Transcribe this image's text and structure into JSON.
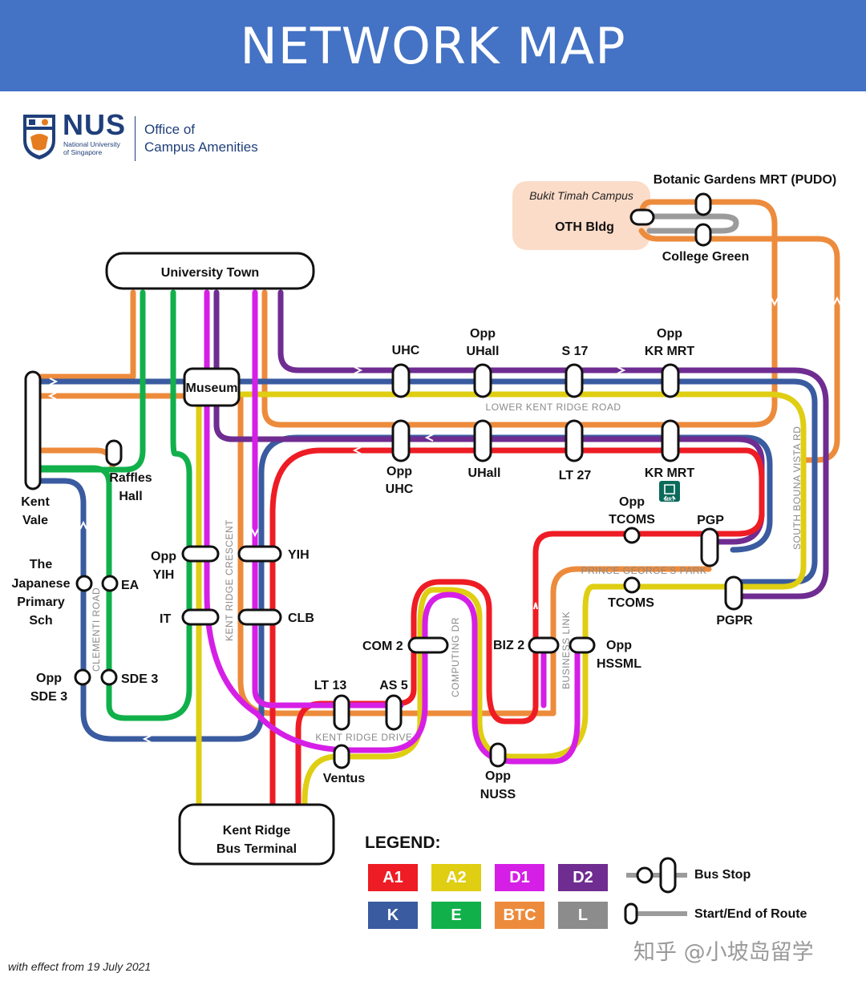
{
  "header": {
    "title": "NETWORK MAP"
  },
  "logo": {
    "wordmark": "NUS",
    "subtitle_line1": "National University",
    "subtitle_line2": "of Singapore",
    "office_line1": "Office of",
    "office_line2": "Campus Amenities"
  },
  "hubs": {
    "university_town": "University Town",
    "museum": "Museum",
    "kent_ridge_bus_terminal_line1": "Kent Ridge",
    "kent_ridge_bus_terminal_line2": "Bus Terminal",
    "bukit_timah_campus": "Bukit Timah Campus"
  },
  "stops": {
    "oth_bldg": "OTH Bldg",
    "botanic_gardens": "Botanic Gardens MRT (PUDO)",
    "college_green": "College Green",
    "uhc": "UHC",
    "opp_uhall_1": "Opp",
    "opp_uhall_2": "UHall",
    "s17": "S 17",
    "opp_kr_mrt_1": "Opp",
    "opp_kr_mrt_2": "KR MRT",
    "opp_uhc_1": "Opp",
    "opp_uhc_2": "UHC",
    "uhall": "UHall",
    "lt27": "LT 27",
    "kr_mrt": "KR MRT",
    "kent_vale_1": "Kent",
    "kent_vale_2": "Vale",
    "raffles_hall_1": "Raffles",
    "raffles_hall_2": "Hall",
    "the_japanese_1": "The",
    "the_japanese_2": "Japanese",
    "the_japanese_3": "Primary",
    "the_japanese_4": "Sch",
    "ea": "EA",
    "opp_sde3_1": "Opp",
    "opp_sde3_2": "SDE 3",
    "sde3": "SDE 3",
    "opp_yih_1": "Opp",
    "opp_yih_2": "YIH",
    "yih": "YIH",
    "it": "IT",
    "clb": "CLB",
    "com2": "COM 2",
    "lt13": "LT 13",
    "as5": "AS 5",
    "ventus": "Ventus",
    "biz2": "BIZ 2",
    "opp_hssml_1": "Opp",
    "opp_hssml_2": "HSSML",
    "opp_nuss_1": "Opp",
    "opp_nuss_2": "NUSS",
    "opp_tcoms_1": "Opp",
    "opp_tcoms_2": "TCOMS",
    "tcoms": "TCOMS",
    "pgp": "PGP",
    "pgpr": "PGPR",
    "mrt_badge": "MRT"
  },
  "roads": {
    "lower_kent_ridge": "LOWER KENT RIDGE ROAD",
    "south_buona_vista": "SOUTH BOUNA VISTA RD",
    "kent_ridge_crescent": "KENT RIDGE CRESCENT",
    "clementi": "CLEMENTI ROAD",
    "computing_dr": "COMPUTING DR",
    "business_link": "BUSINESS LINK",
    "prince_georges_park": "PRINCE GEORGE'S PARK",
    "kent_ridge_drive": "KENT RIDGE DRIVE"
  },
  "legend": {
    "title": "LEGEND:",
    "routes": [
      {
        "label": "A1",
        "color": "#ee1c24"
      },
      {
        "label": "A2",
        "color": "#dfce12"
      },
      {
        "label": "D1",
        "color": "#d61fe6"
      },
      {
        "label": "D2",
        "color": "#6f2c91"
      },
      {
        "label": "K",
        "color": "#3a5ba0"
      },
      {
        "label": "E",
        "color": "#11b04b"
      },
      {
        "label": "BTC",
        "color": "#ed8b3c"
      },
      {
        "label": "L",
        "color": "#8c8c8c"
      }
    ],
    "bus_stop": "Bus Stop",
    "start_end": "Start/End of Route"
  },
  "footer": {
    "effective": "with effect from 19 July 2021",
    "watermark": "知乎 @小坡岛留学"
  }
}
